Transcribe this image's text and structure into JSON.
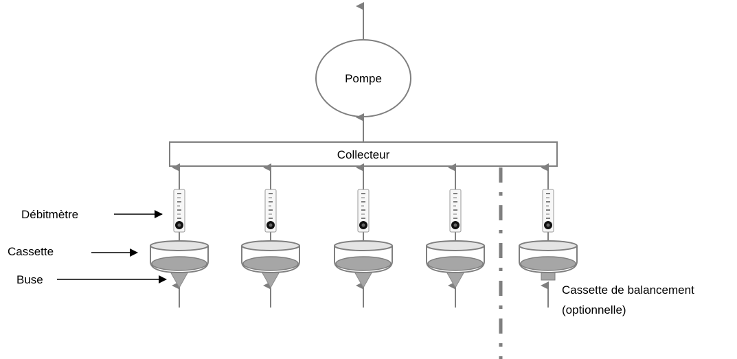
{
  "pump": {
    "label": "Pompe"
  },
  "collector": {
    "label": "Collecteur"
  },
  "annotations": {
    "flowmeter": "Débitmètre",
    "cassette": "Cassette",
    "nozzle": "Buse",
    "balancing_line1": "Cassette de balancement",
    "balancing_line2": "(optionnelle)"
  },
  "sampling_lines": {
    "count": 4,
    "has_balancing_line": true
  },
  "colors": {
    "line": "#7f7f7f",
    "filter": "#a6a6a6",
    "cassette_top": "#e4e4e4",
    "text": "#000000"
  }
}
